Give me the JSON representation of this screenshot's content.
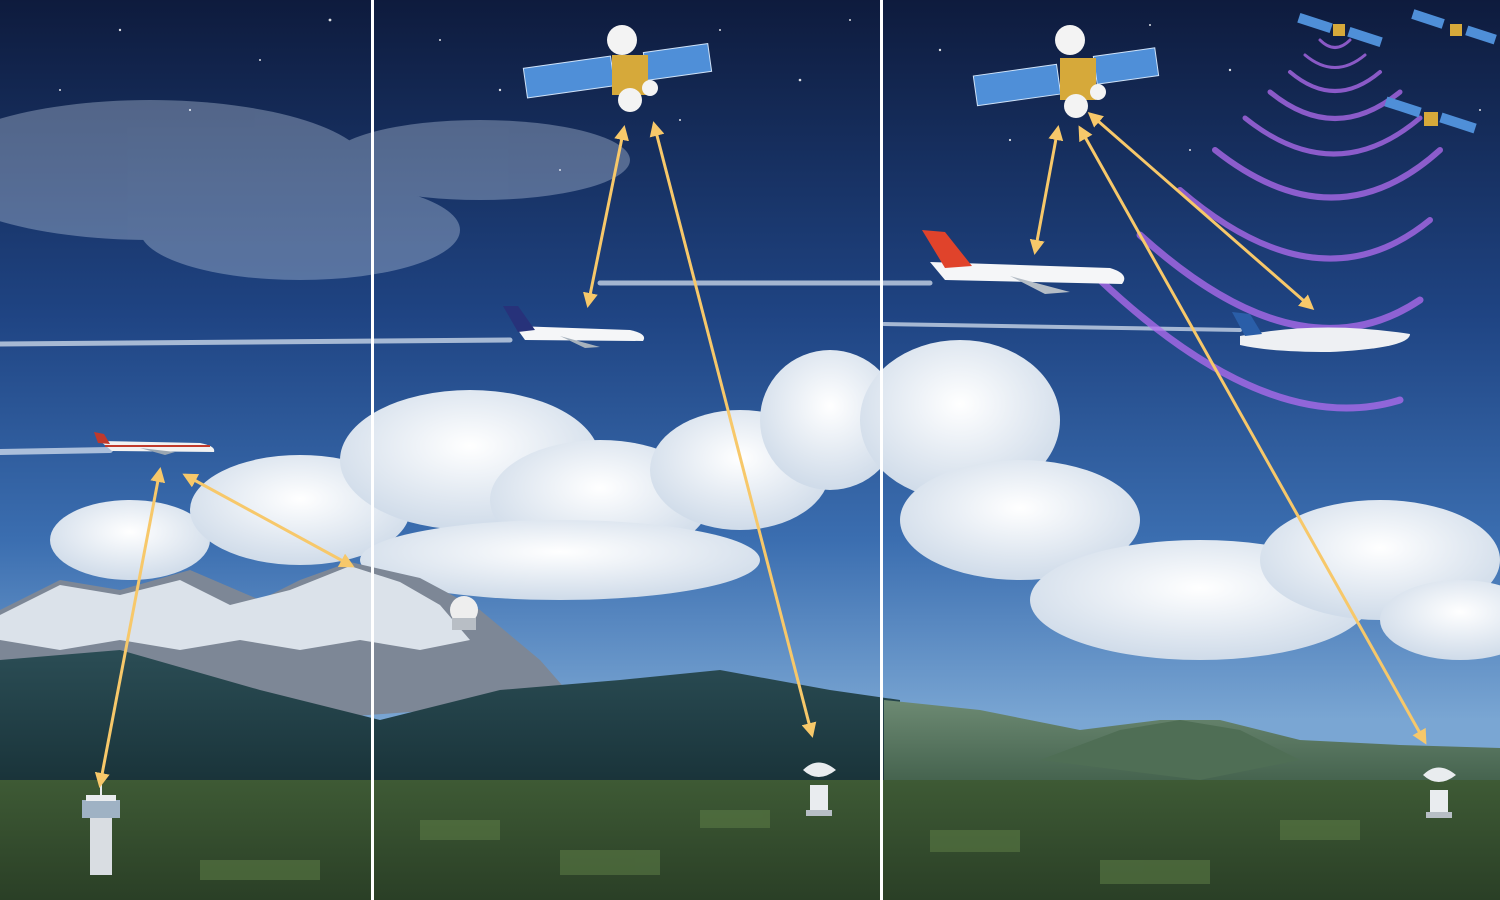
{
  "scene": {
    "panels": [
      "early-radio-era",
      "satellite-link-era",
      "future-satellite-era"
    ],
    "palette": {
      "sky_top": "#0e1b3d",
      "sky_mid": "#27538f",
      "sky_low": "#5d8fc4",
      "cloud": "#f2f5f9",
      "snow": "#e6ecf3",
      "rock": "#7d8796",
      "forest": "#1f3b46",
      "field": "#4b6a3a",
      "link_arrow": "#f7c86a",
      "signal_wave": "#b36cf0",
      "solar_panel": "#4f8fd8",
      "satellite_body": "#d6a93a",
      "divider": "#ffffff"
    },
    "icons": [
      "satellite-icon",
      "airplane-icon",
      "control-tower-icon",
      "ground-antenna-icon",
      "radar-dome-icon"
    ]
  }
}
